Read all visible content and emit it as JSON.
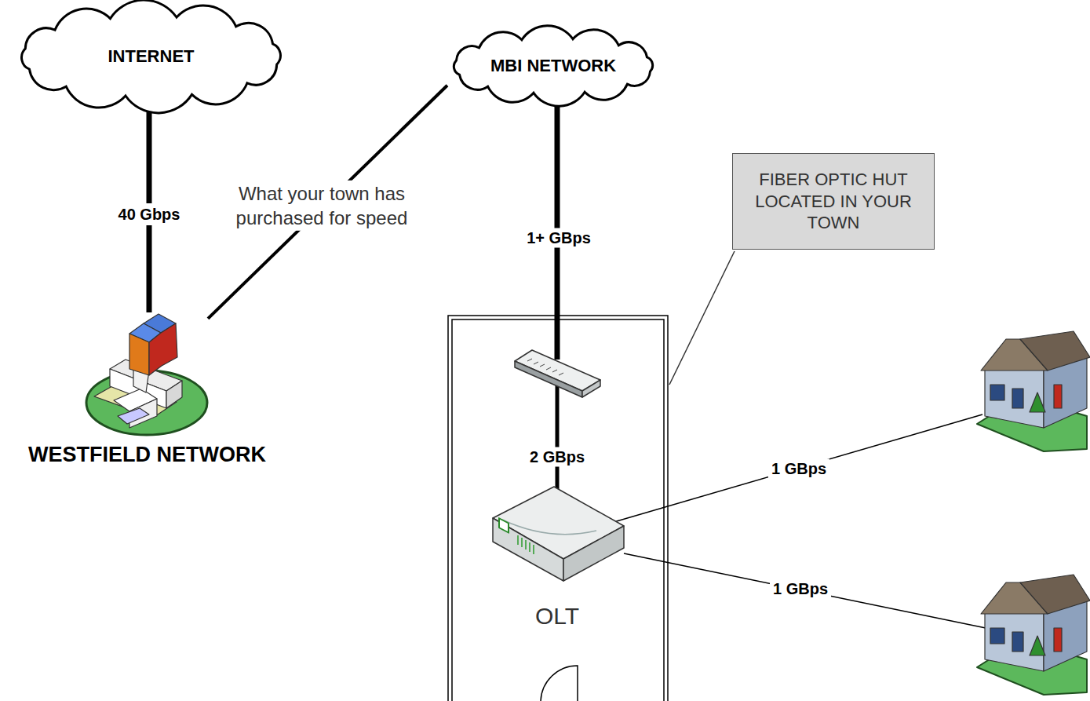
{
  "diagram": {
    "nodes": [
      {
        "text": [
          "INTERNET"
        ]
      },
      {
        "text": [
          "MBI NETWORK"
        ]
      },
      {
        "text": [
          "FIBER OPTIC HUT LOCATED IN YOUR TOWN"
        ]
      },
      {
        "text": [
          "WESTFIELD NETWORK"
        ]
      },
      {
        "text": [
          "OLT"
        ]
      }
    ],
    "edges": [
      {
        "from": 0,
        "to": 3,
        "label": "40 Gbps",
        "arrow": "none"
      },
      {
        "from": 3,
        "to": 1,
        "label": "What your town has purchased for speed",
        "arrow": "none"
      }
    ],
    "labels": [
      "1+ GBps",
      "2 GBps",
      "1 GBps",
      "1 GBps"
    ]
  }
}
